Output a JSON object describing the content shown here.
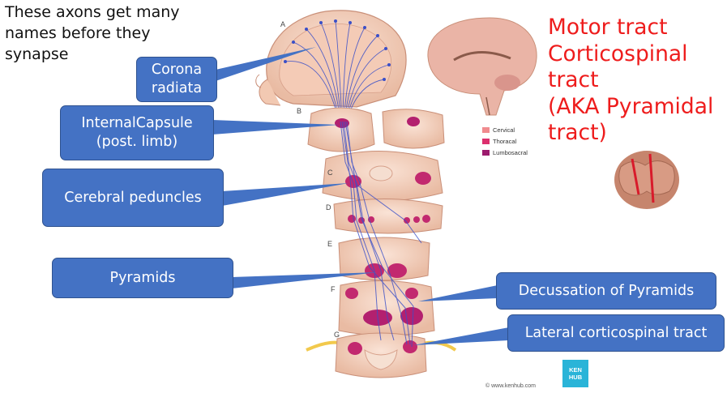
{
  "intro_text": "These axons get many\nnames before they\nsynapse",
  "heading": [
    "Motor tract",
    "Corticospinal",
    "tract",
    "(AKA Pyramidal",
    "tract)"
  ],
  "callouts": {
    "corona_radiata": "Corona\nradiata",
    "internal_capsule": "InternalCapsule\n(post. limb)",
    "cerebral_peduncles": "Cerebral peduncles",
    "pyramids": "Pyramids",
    "decussation": "Decussation of Pyramids",
    "lateral_tract": "Lateral corticospinal tract"
  },
  "section_labels": [
    "A",
    "B",
    "C",
    "D",
    "E",
    "F",
    "G"
  ],
  "legend": [
    {
      "label": "Cervical",
      "color": "#f08b8f"
    },
    {
      "label": "Thoracal",
      "color": "#dc2f6e"
    },
    {
      "label": "Lumbosacral",
      "color": "#9c1b6e"
    }
  ],
  "brand_badge": "KEN\nHUB",
  "copyright": "© www.kenhub.com",
  "colors": {
    "callout": "#4472c4",
    "heading": "#ee1c1c",
    "tract_fibers": "#3a4fc8",
    "tissue": "#f3d6c6"
  }
}
